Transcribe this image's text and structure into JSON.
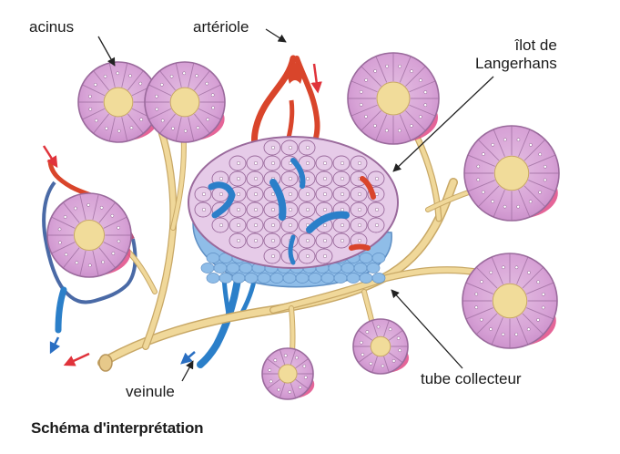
{
  "labels": {
    "acinus": "acinus",
    "arteriole": "artériole",
    "ilot_line1": "îlot de",
    "ilot_line2": "Langerhans",
    "tube": "tube collecteur",
    "veinule": "veinule"
  },
  "caption": "Schéma d'interprétation",
  "colors": {
    "acinus_cells": "#d9a6d6",
    "acinus_outline": "#9a6a9c",
    "acinus_base": "#e04a86",
    "lumen": "#f1dc9a",
    "duct": "#f0d89a",
    "islet_cells": "#e6cbe8",
    "islet_blue_zone": "#8fbde8",
    "artery": "#d9452b",
    "vein": "#2b7fc9",
    "flow_arrow_red": "#e0333b",
    "flow_arrow_blue": "#2a6fc2"
  },
  "icons": [
    "flow-arrow-red",
    "flow-arrow-blue",
    "leader-line-arrow"
  ]
}
